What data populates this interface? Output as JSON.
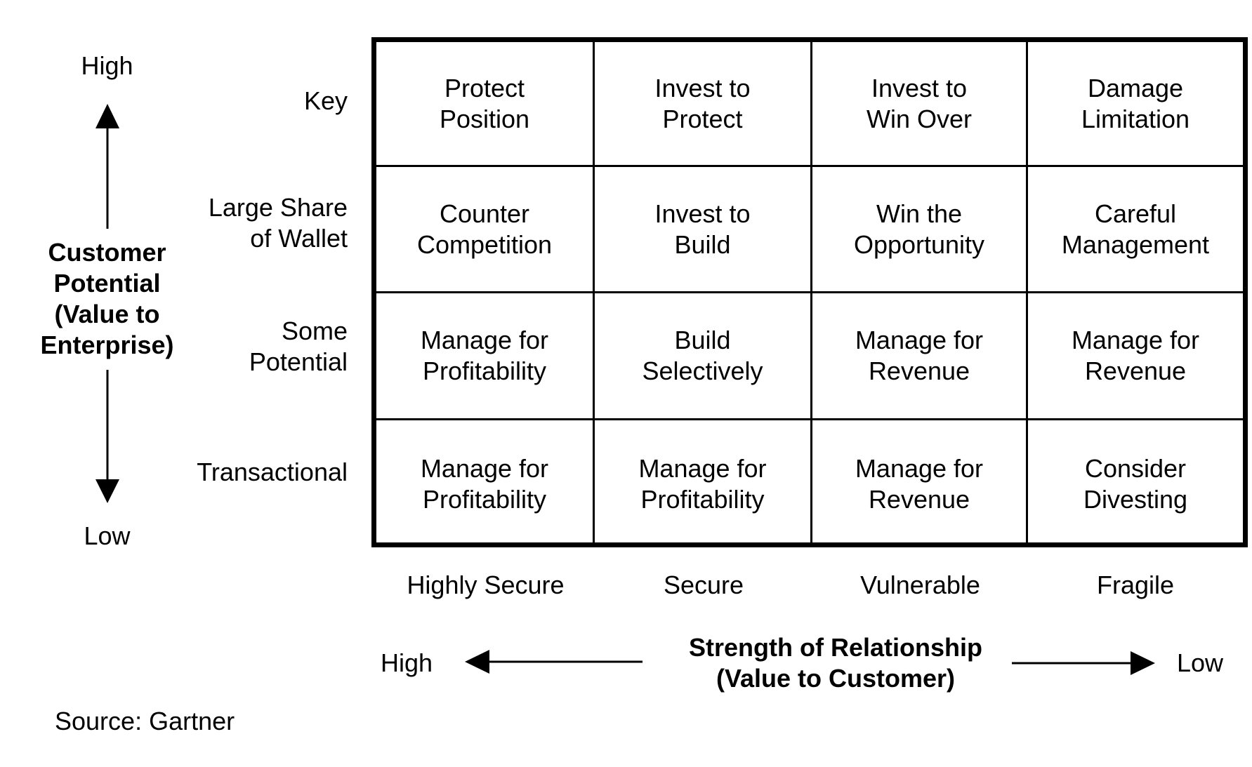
{
  "y_axis": {
    "high_label": "High",
    "low_label": "Low",
    "title_line1": "Customer",
    "title_line2": "Potential",
    "title_line3": "(Value to",
    "title_line4": "Enterprise)"
  },
  "row_labels": [
    "Key",
    "Large Share\nof Wallet",
    "Some\nPotential",
    "Transactional"
  ],
  "column_labels": [
    "Highly Secure",
    "Secure",
    "Vulnerable",
    "Fragile"
  ],
  "cells": [
    [
      "Protect\nPosition",
      "Invest to\nProtect",
      "Invest to\nWin Over",
      "Damage\nLimitation"
    ],
    [
      "Counter\nCompetition",
      "Invest to\nBuild",
      "Win the\nOpportunity",
      "Careful\nManagement"
    ],
    [
      "Manage for\nProfitability",
      "Build\nSelectively",
      "Manage for\nRevenue",
      "Manage for\nRevenue"
    ],
    [
      "Manage for\nProfitability",
      "Manage for\nProfitability",
      "Manage for\nRevenue",
      "Consider\nDivesting"
    ]
  ],
  "x_axis": {
    "high_label": "High",
    "low_label": "Low",
    "title_line1": "Strength of Relationship",
    "title_line2": "(Value to Customer)"
  },
  "source": "Source: Gartner"
}
